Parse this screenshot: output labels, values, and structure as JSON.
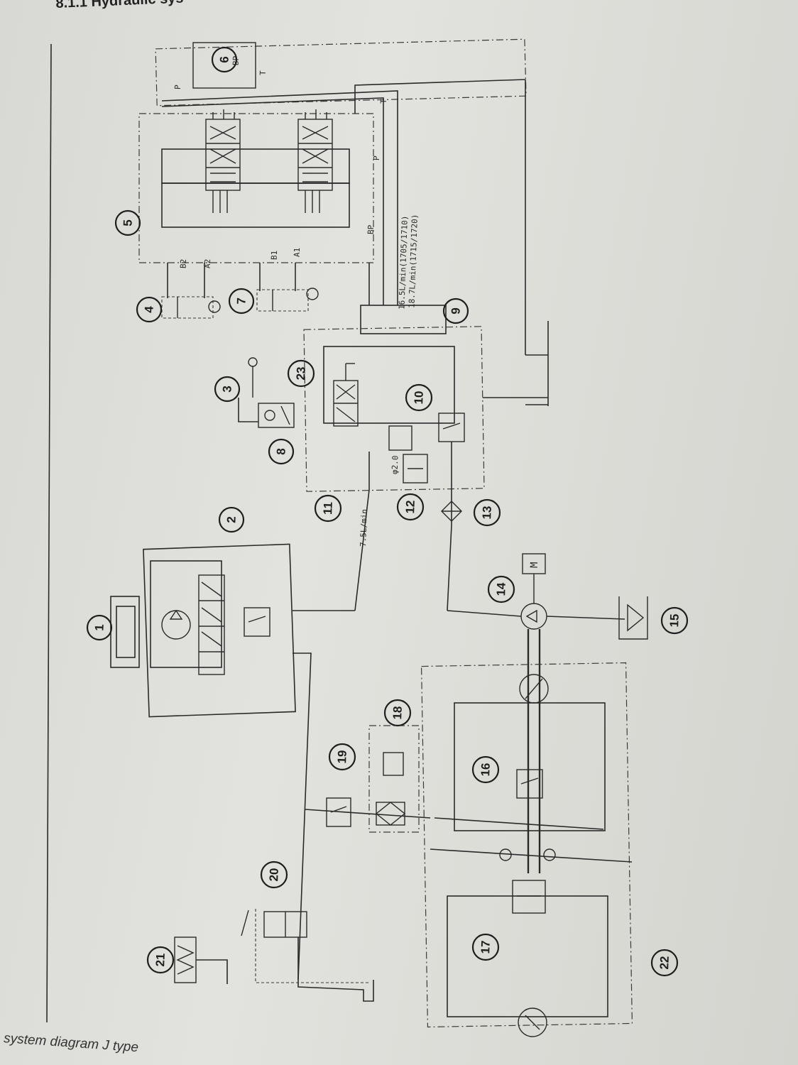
{
  "header": {
    "title": "8.1.1 Hydraulic sys"
  },
  "caption": "system diagram J type",
  "callouts": [
    "1",
    "2",
    "3",
    "4",
    "5",
    "6",
    "7",
    "8",
    "9",
    "10",
    "11",
    "12",
    "13",
    "14",
    "15",
    "16",
    "17",
    "18",
    "19",
    "20",
    "21",
    "22",
    "23"
  ],
  "port_labels": {
    "p_top": "P",
    "bp_top": "BP",
    "t_top": "T",
    "t_right": "T",
    "p_right": "P",
    "bp_right": "BP",
    "b2": "B2",
    "a2": "A2",
    "b1": "B1",
    "a1": "A1"
  },
  "flow_labels": {
    "flow_1": "16.5L/min(1705/1710)",
    "flow_2": "18.7L/min(1715/1720)",
    "flow_3": "7.5L/min",
    "orifice": "φ2.0",
    "motor": "M"
  }
}
